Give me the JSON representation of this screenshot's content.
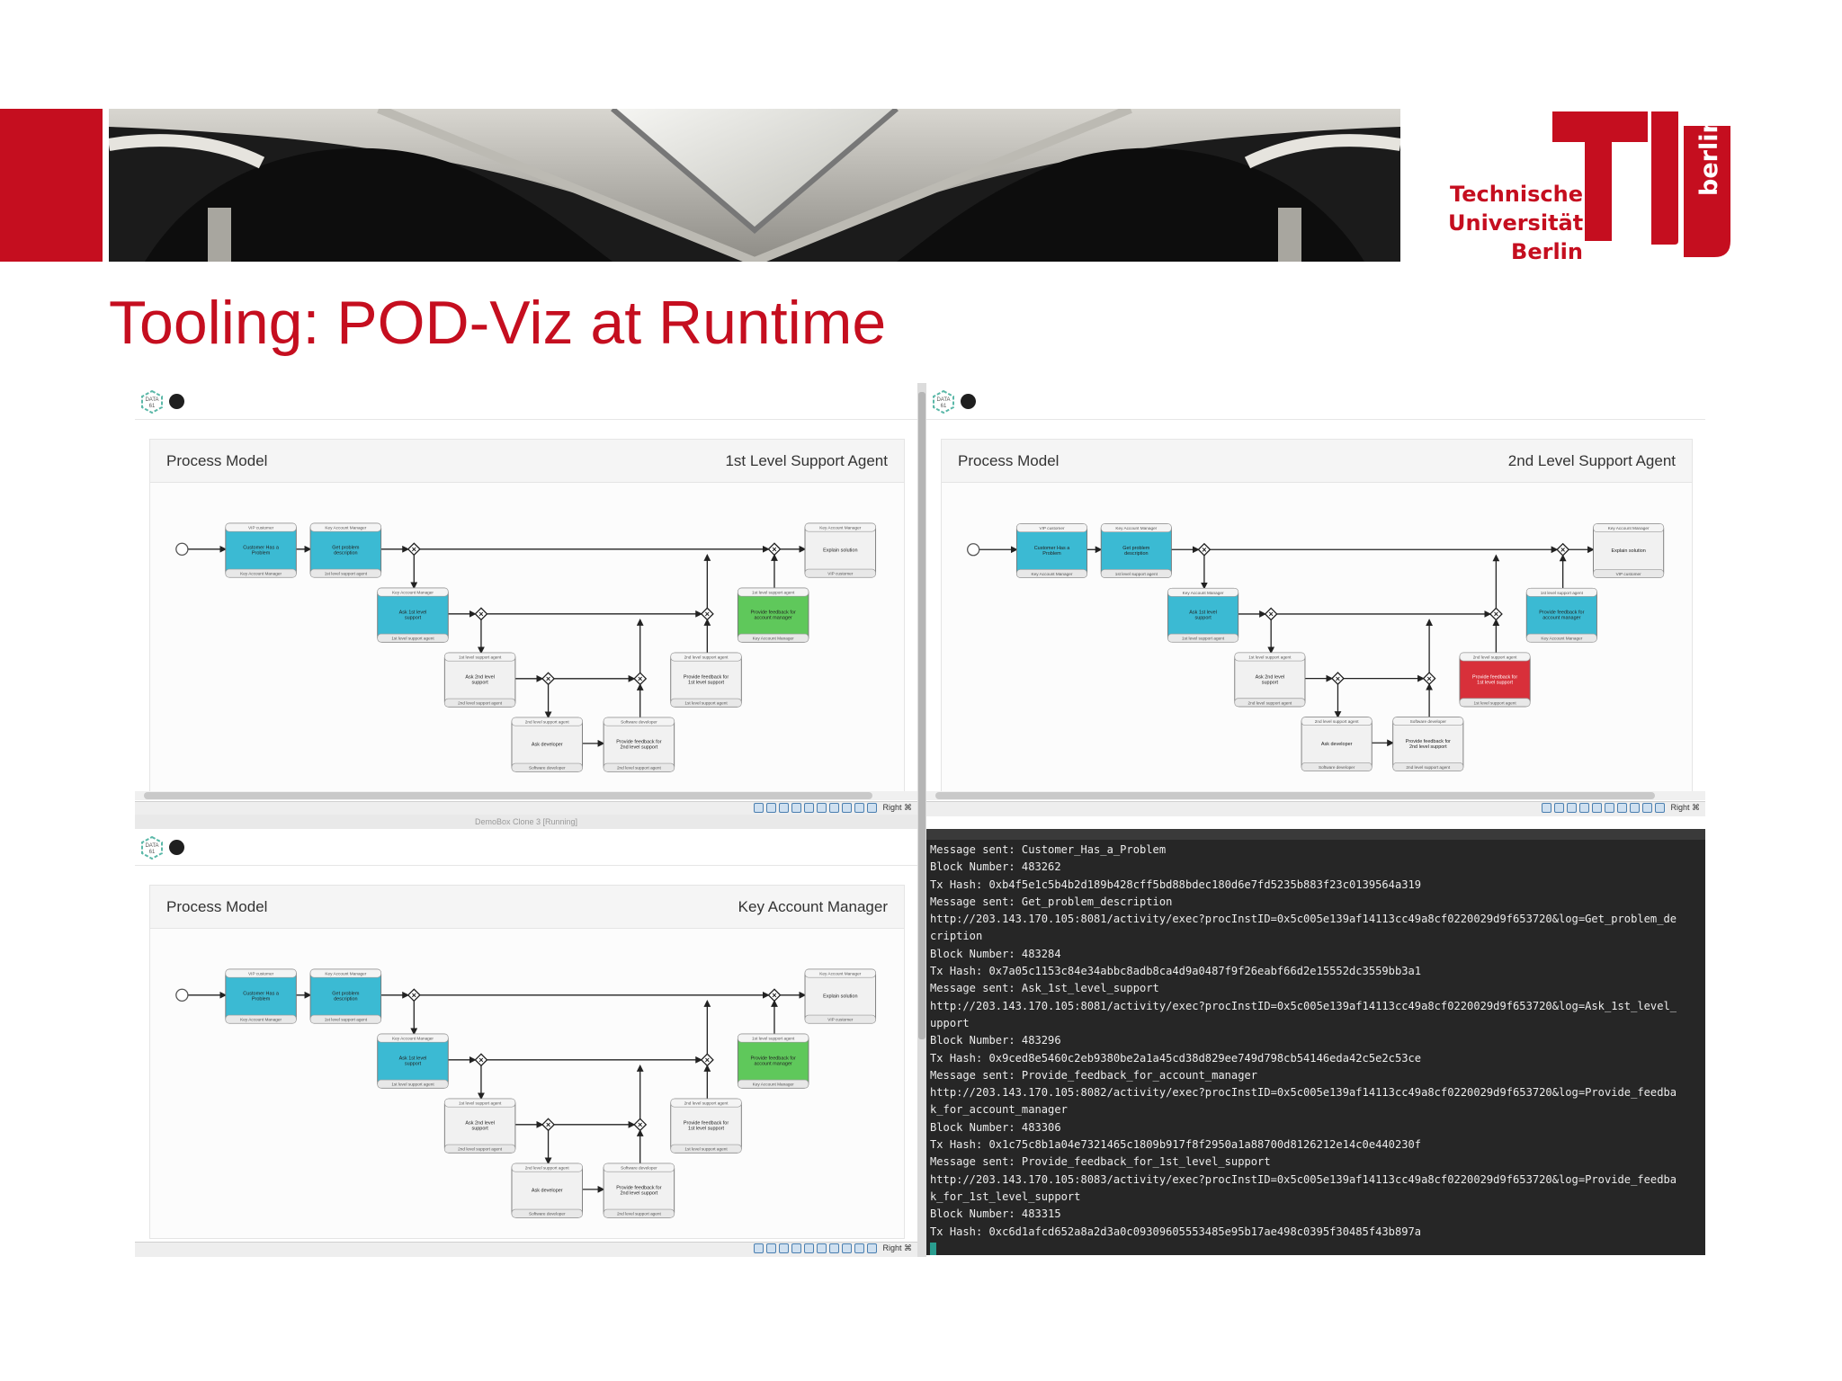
{
  "header": {
    "logo_text": [
      "Technische",
      "Universität",
      "Berlin"
    ],
    "logo_side_text": "berlin"
  },
  "slide_title": "Tooling: POD-Viz at Runtime",
  "colors": {
    "tu_red": "#c50e1f",
    "task_blue": "#3bbad3",
    "task_green": "#5fc85b",
    "task_red": "#d8303a",
    "task_gray": "#f1f1f1",
    "terminal_bg": "#262626"
  },
  "process": {
    "tasks": [
      {
        "id": "t1",
        "role_top": "VIP customer",
        "label": "Customer Has a Problem",
        "role_bottom": "Key Account Manager"
      },
      {
        "id": "t2",
        "role_top": "Key Account Manager",
        "label": "Get problem description",
        "role_bottom": "1st level support agent"
      },
      {
        "id": "t3",
        "role_top": "Key Account Manager",
        "label": "Explain solution",
        "role_bottom": "VIP customer"
      },
      {
        "id": "t4",
        "role_top": "Key Account Manager",
        "label": "Ask 1st level support",
        "role_bottom": "1st level support agent"
      },
      {
        "id": "t5",
        "role_top": "1st level support agent",
        "label": "Provide feedback for account manager",
        "role_bottom": "Key Account Manager"
      },
      {
        "id": "t6",
        "role_top": "1st level support agent",
        "label": "Ask 2nd level support",
        "role_bottom": "2nd level support agent"
      },
      {
        "id": "t7",
        "role_top": "2nd level support agent",
        "label": "Provide feedback for 1st level support",
        "role_bottom": "1st level support agent"
      },
      {
        "id": "t8",
        "role_top": "2nd level support agent",
        "label": "Ask developer",
        "role_bottom": "Software developer"
      },
      {
        "id": "t9",
        "role_top": "Software developer",
        "label": "Provide feedback for 2nd level support",
        "role_bottom": "2nd level support agent"
      }
    ]
  },
  "windows": [
    {
      "panel_title": "Process Model",
      "role": "1st Level Support Agent",
      "states": {
        "t1": "blue",
        "t2": "blue",
        "t4": "blue",
        "t5": "green"
      }
    },
    {
      "panel_title": "Process Model",
      "role": "2nd Level Support Agent",
      "states": {
        "t1": "blue",
        "t2": "blue",
        "t4": "blue",
        "t5": "blue",
        "t7": "red"
      }
    },
    {
      "panel_title": "Process Model",
      "role": "Key Account Manager",
      "states": {
        "t1": "blue",
        "t2": "blue",
        "t4": "blue",
        "t5": "green"
      }
    }
  ],
  "vm_status": {
    "host_key": "Right ⌘",
    "window_title": "DemoBox Clone 3 [Running]"
  },
  "terminal": {
    "lines": [
      "Message sent: Customer_Has_a_Problem",
      "Block Number: 483262",
      "Tx Hash: 0xb4f5e1c5b4b2d189b428cff5bd88bdec180d6e7fd5235b883f23c0139564a319",
      "Message sent: Get_problem_description",
      "http://203.143.170.105:8081/activity/exec?procInstID=0x5c005e139af14113cc49a8cf0220029d9f653720&log=Get_problem_de",
      "cription",
      "Block Number: 483284",
      "Tx Hash: 0x7a05c1153c84e34abbc8adb8ca4d9a0487f9f26eabf66d2e15552dc3559bb3a1",
      "Message sent: Ask_1st_level_support",
      "http://203.143.170.105:8081/activity/exec?procInstID=0x5c005e139af14113cc49a8cf0220029d9f653720&log=Ask_1st_level_",
      "upport",
      "Block Number: 483296",
      "Tx Hash: 0x9ced8e5460c2eb9380be2a1a45cd38d829ee749d798cb54146eda42c5e2c53ce",
      "Message sent: Provide_feedback_for_account_manager",
      "http://203.143.170.105:8082/activity/exec?procInstID=0x5c005e139af14113cc49a8cf0220029d9f653720&log=Provide_feedba",
      "k_for_account_manager",
      "Block Number: 483306",
      "Tx Hash: 0x1c75c8b1a04e7321465c1809b917f8f2950a1a88700d8126212e14c0e440230f",
      "Message sent: Provide_feedback_for_1st_level_support",
      "http://203.143.170.105:8083/activity/exec?procInstID=0x5c005e139af14113cc49a8cf0220029d9f653720&log=Provide_feedba",
      "k_for_1st_level_support",
      "Block Number: 483315",
      "Tx Hash: 0xc6d1afcd652a8a2d3a0c09309605553485e95b17ae498c0395f30485f43b897a"
    ]
  }
}
